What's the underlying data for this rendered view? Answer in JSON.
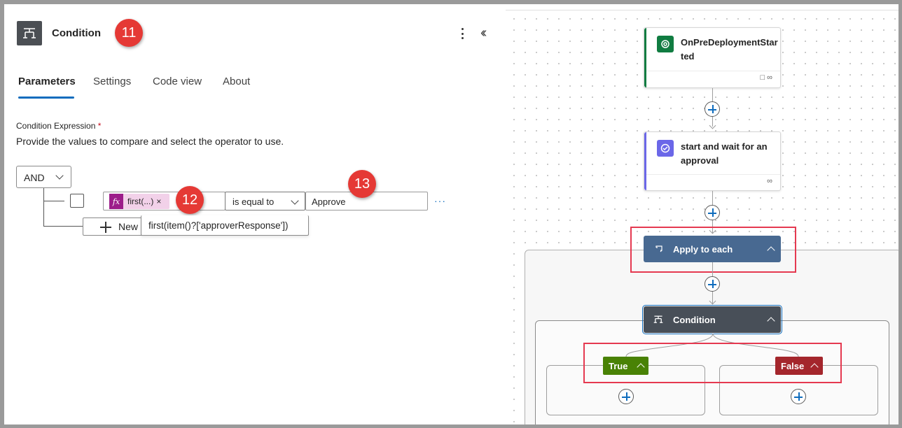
{
  "panel": {
    "title": "Condition",
    "tabs": [
      "Parameters",
      "Settings",
      "Code view",
      "About"
    ],
    "active_tab": "Parameters",
    "expression_label": "Condition Expression",
    "required_marker": "*",
    "description": "Provide the values to compare and select the operator to use.",
    "group_operator": "AND",
    "row": {
      "token_label": "first(...)",
      "token_remove": "×",
      "operator": "is equal to",
      "right_value": "Approve"
    },
    "new_button_label": "New",
    "tooltip_text": "first(item()?['approverResponse'])",
    "more_label": "···"
  },
  "annotations": {
    "badge_11": "11",
    "badge_12": "12",
    "badge_13": "13"
  },
  "flow": {
    "trigger_title": "OnPreDeploymentStarted",
    "approval_title": "start and wait for an approval",
    "apply_each_title": "Apply to each",
    "condition_title": "Condition",
    "true_label": "True",
    "false_label": "False"
  },
  "colors": {
    "trigger_accent": "#107c41",
    "approval_accent": "#6b67e8",
    "apply_each_bar": "#486991",
    "condition_bar": "#484f58",
    "true_pill": "#498205",
    "false_pill": "#a4262c",
    "highlight": "#e53950",
    "badge": "#e53935"
  }
}
